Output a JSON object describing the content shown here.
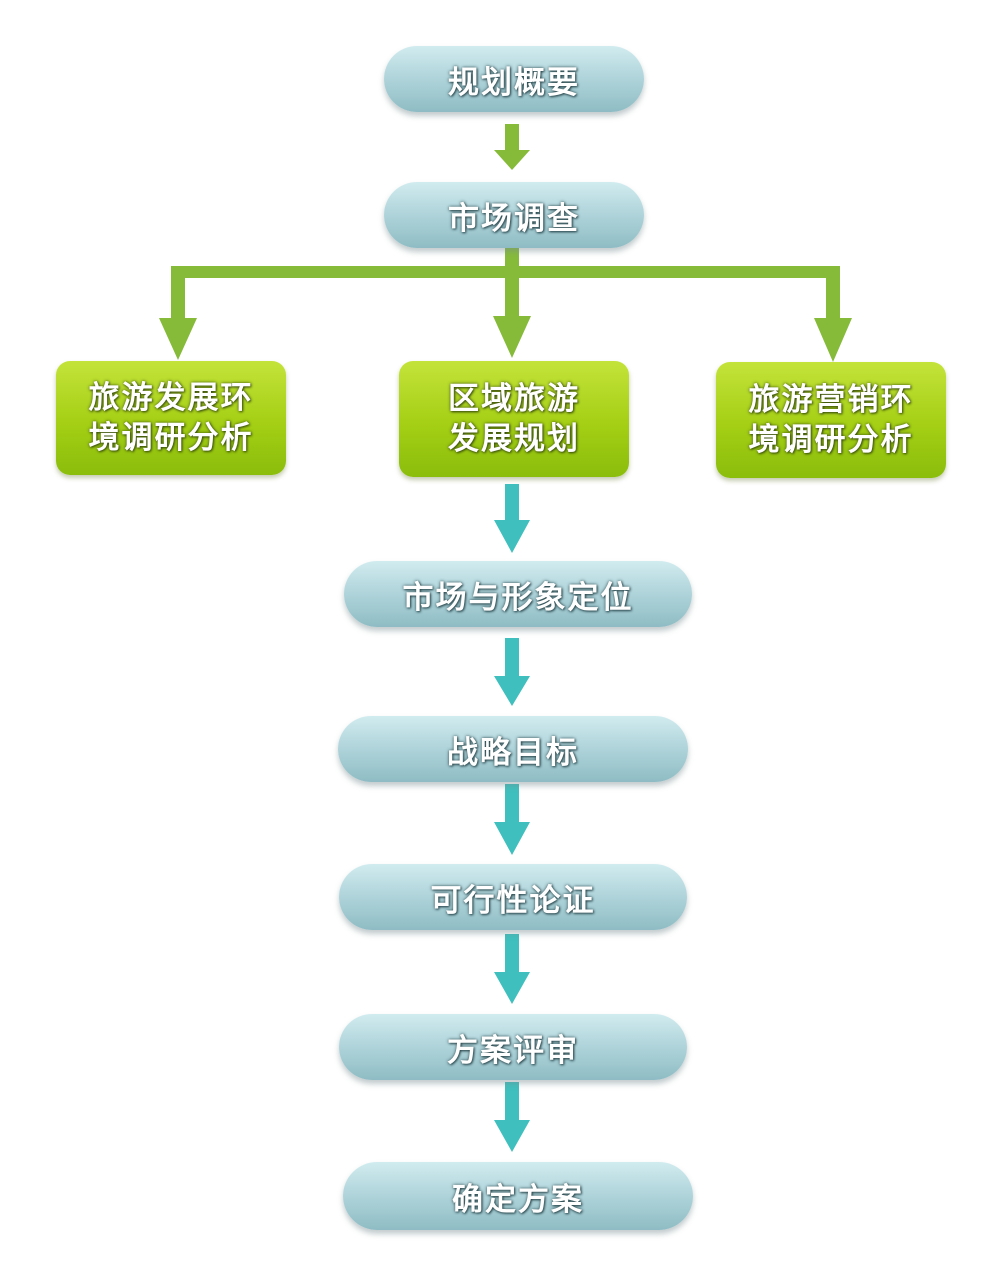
{
  "colors": {
    "green_connector": "#86bb3a",
    "teal_connector": "#3fbfbd",
    "box_green": "#a4cf14",
    "pill_teal": "#b6d9df"
  },
  "steps": {
    "overview": "规划概要",
    "market_survey": "市场调查",
    "positioning": "市场与形象定位",
    "strategic_goals": "战略目标",
    "feasibility": "可行性论证",
    "review": "方案评审",
    "finalize": "确定方案"
  },
  "analysis": {
    "left": [
      "旅游发展环",
      "境调研分析"
    ],
    "center": [
      "区域旅游",
      "发展规划"
    ],
    "right": [
      "旅游营销环",
      "境调研分析"
    ]
  }
}
